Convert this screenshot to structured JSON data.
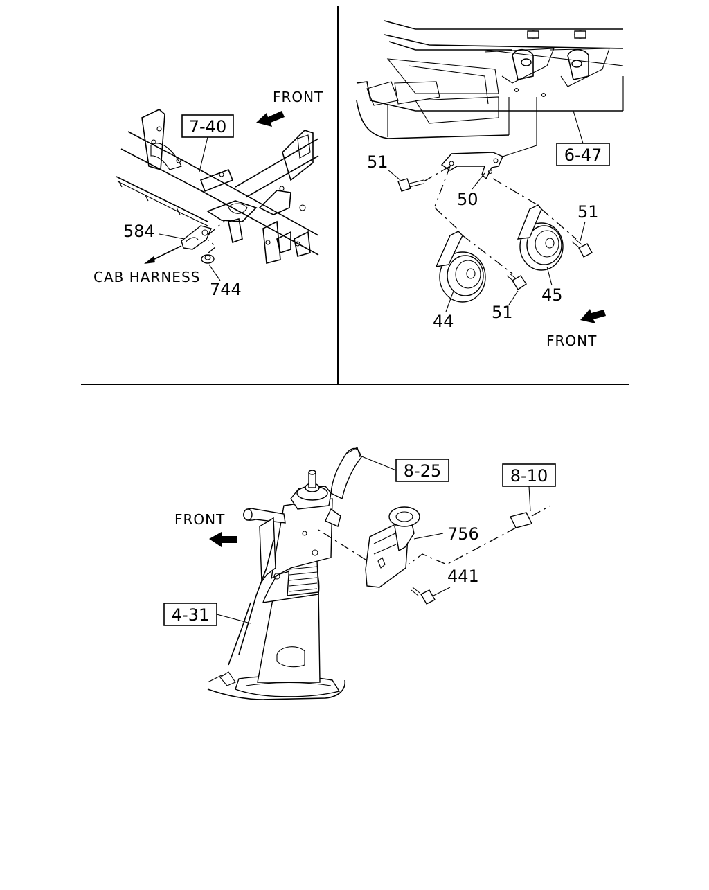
{
  "panels": {
    "top_left": {
      "front_label": "FRONT",
      "ref_box": "7-40",
      "callouts": {
        "c584": "584",
        "c744": "744"
      },
      "cab_harness": "CAB HARNESS"
    },
    "top_right": {
      "ref_box": "6-47",
      "callouts": {
        "c51_a": "51",
        "c50": "50",
        "c51_b": "51",
        "c44": "44",
        "c51_c": "51",
        "c45": "45"
      },
      "front_label": "FRONT"
    },
    "bottom": {
      "front_label": "FRONT",
      "ref_boxes": {
        "r825": "8-25",
        "r810": "8-10",
        "r431": "4-31"
      },
      "callouts": {
        "c756": "756",
        "c441": "441"
      }
    }
  }
}
